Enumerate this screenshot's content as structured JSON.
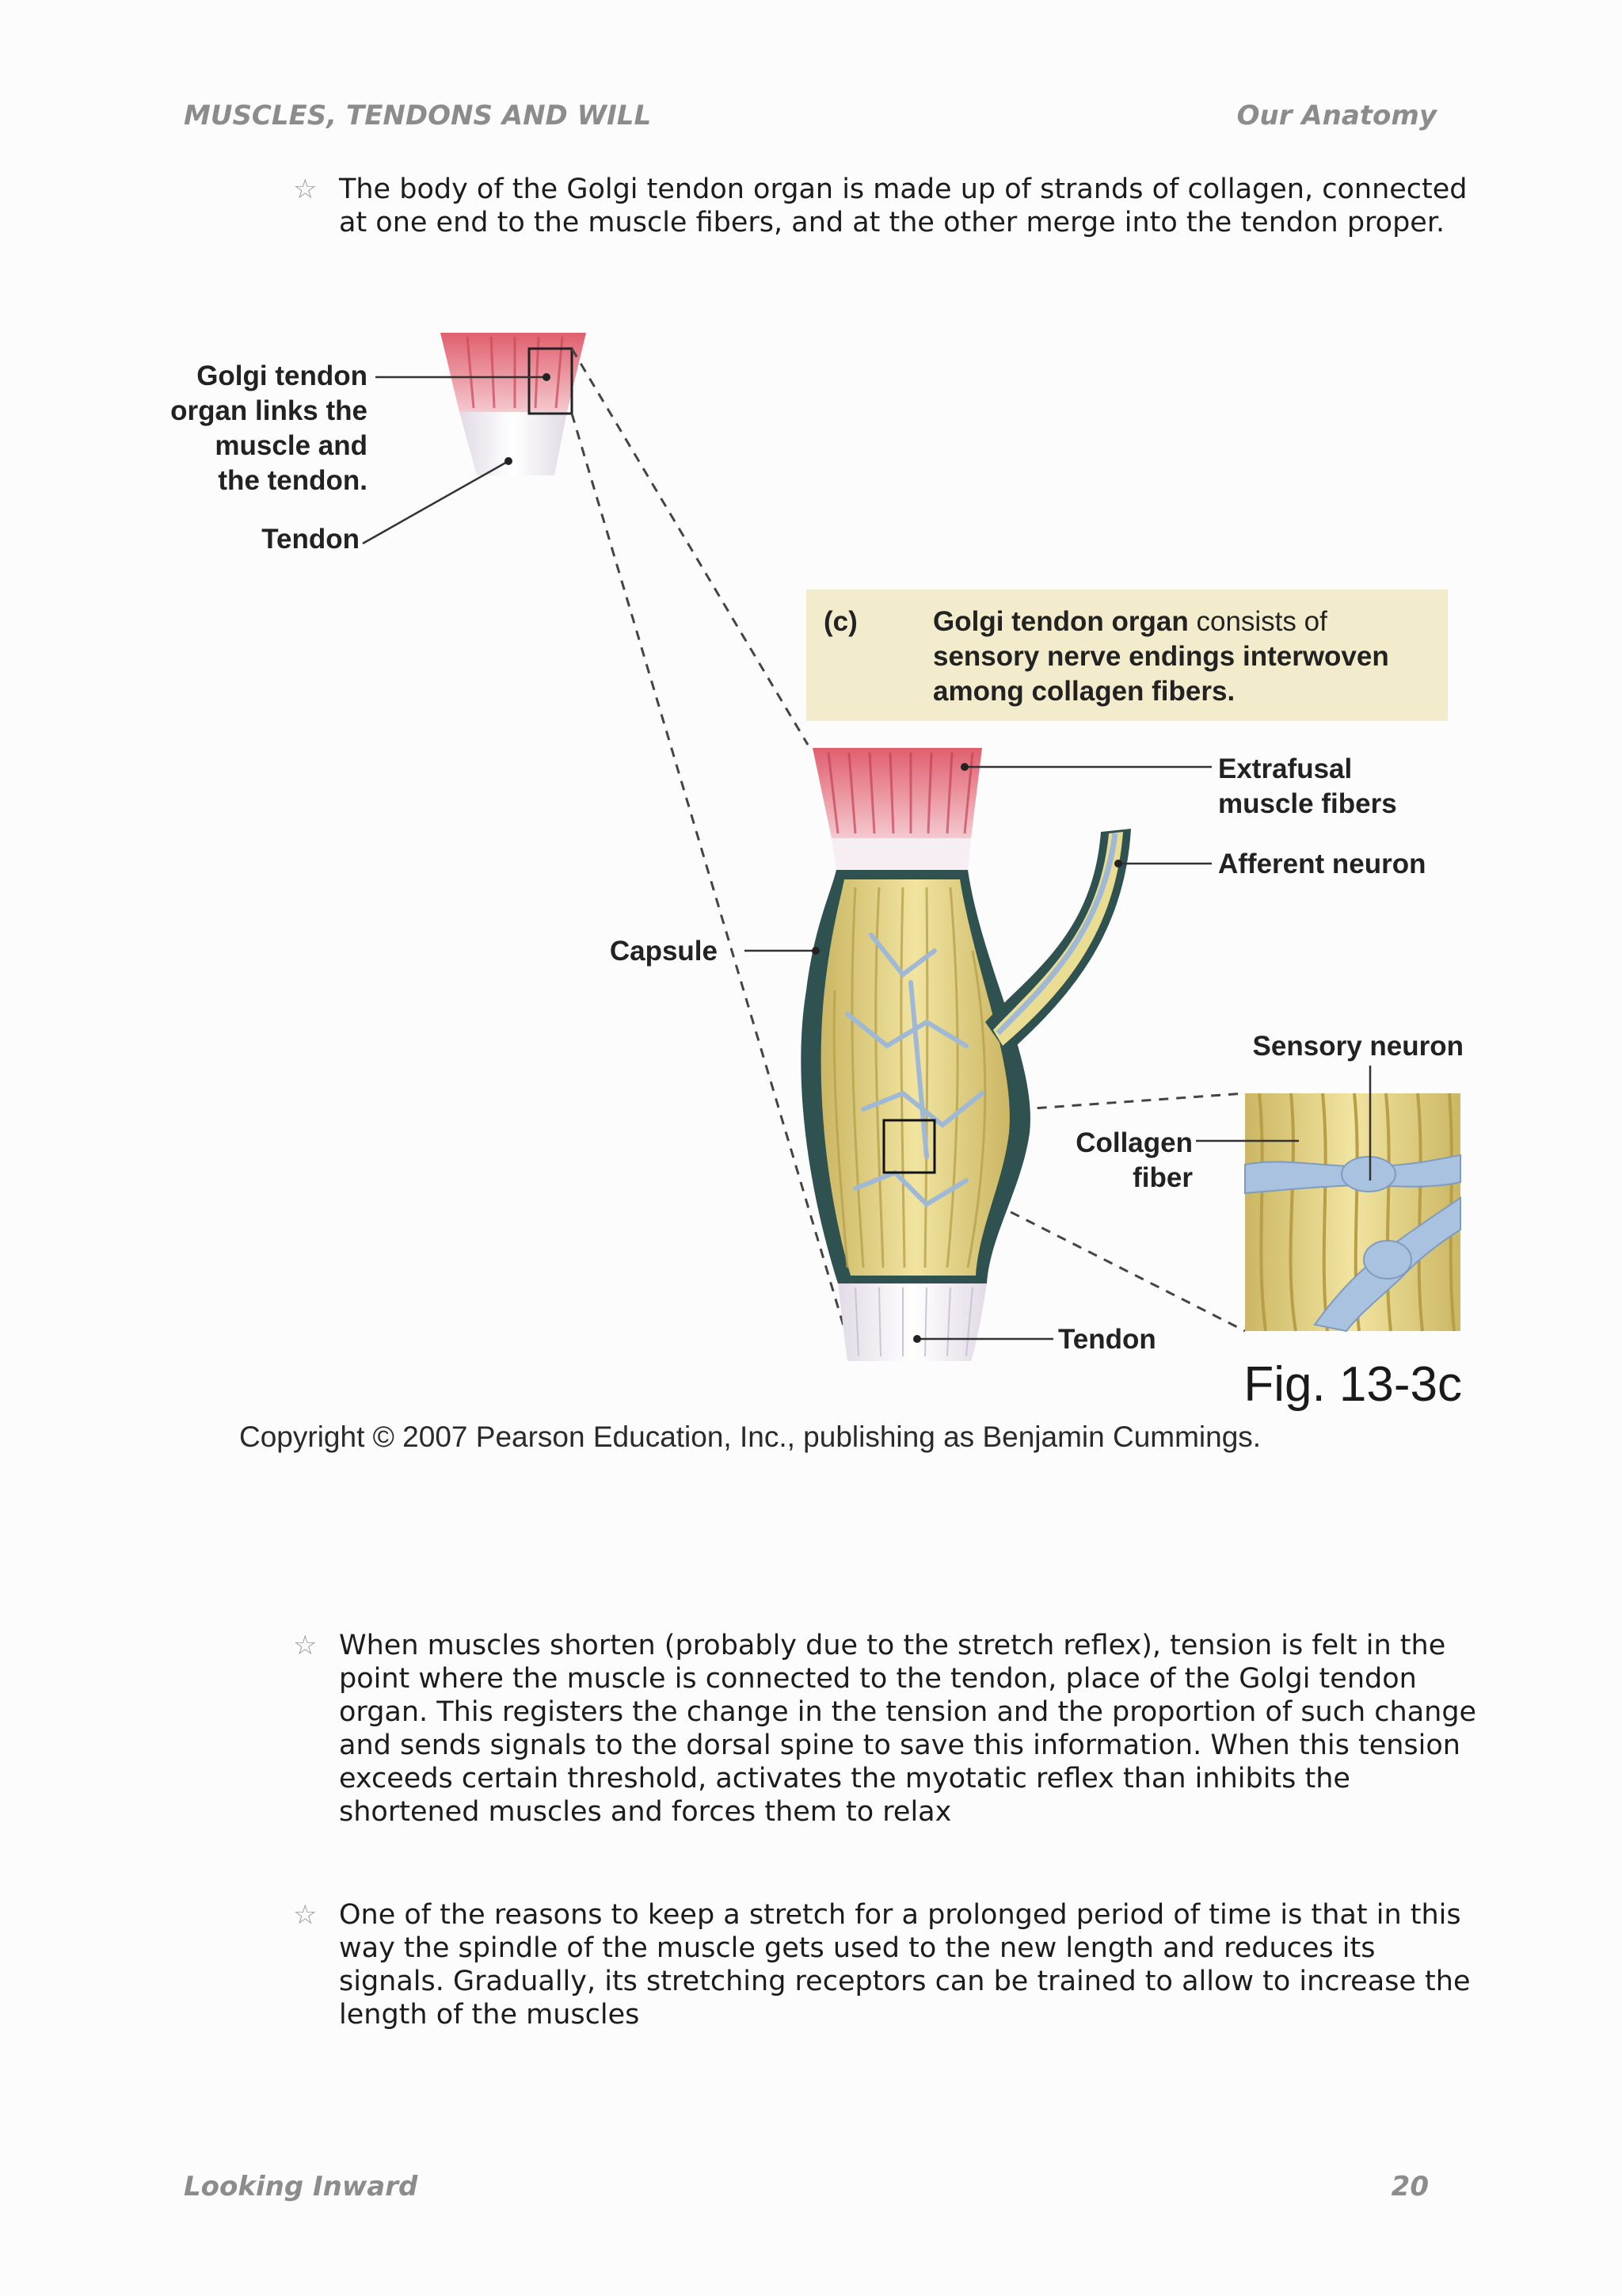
{
  "header": {
    "left": "MUSCLES, TENDONS AND WILL",
    "right": "Our Anatomy"
  },
  "bullets": [
    {
      "icon": "star-outline-icon",
      "text": "The body of the Golgi tendon organ is made up of strands of collagen, connected at one end to the muscle fibers, and at the other merge into the tendon proper."
    },
    {
      "icon": "star-outline-icon",
      "text": "When muscles shorten (probably due to the stretch reflex), tension is felt in the point where the muscle is connected to the tendon, place of the Golgi tendon organ. This registers the change in the tension and the proportion of such change and sends signals to the dorsal spine to save this information. When this tension exceeds certain threshold, activates the myotatic reflex than inhibits the shortened muscles and forces them to relax"
    },
    {
      "icon": "star-outline-icon",
      "text": "One of the reasons to keep a stretch for a prolonged period of time is that in this way the spindle of the muscle gets used to the new length and reduces its signals. Gradually, its stretching receptors can be trained to allow to increase the length of the muscles"
    }
  ],
  "figure": {
    "labels": {
      "golgi_line1": "Golgi tendon",
      "golgi_line2": "organ links the",
      "golgi_line3": "muscle and",
      "golgi_line4": "the tendon.",
      "tendon_top": "Tendon",
      "caption_letter": "(c)",
      "caption_bold": "Golgi tendon organ",
      "caption_rest1": " consists of",
      "caption_line2": "sensory nerve endings interwoven",
      "caption_line3": "among collagen fibers.",
      "extrafusal1": "Extrafusal",
      "extrafusal2": "muscle fibers",
      "afferent": "Afferent neuron",
      "capsule": "Capsule",
      "sensory": "Sensory neuron",
      "collagen1": "Collagen",
      "collagen2": "fiber",
      "tendon_bottom": "Tendon",
      "fig_number": "Fig. 13-3c",
      "copyright": "Copyright © 2007 Pearson Education, Inc., publishing as Benjamin Cummings."
    },
    "colors": {
      "muscle": "#e26b78",
      "tendon": "#f3eef4",
      "collagen": "#e8d98a",
      "capsule": "#2f5250",
      "nerve": "#9fb8d6",
      "caption_bg": "#f3eccc"
    }
  },
  "footer": {
    "left": "Looking Inward",
    "page_number": "20"
  }
}
